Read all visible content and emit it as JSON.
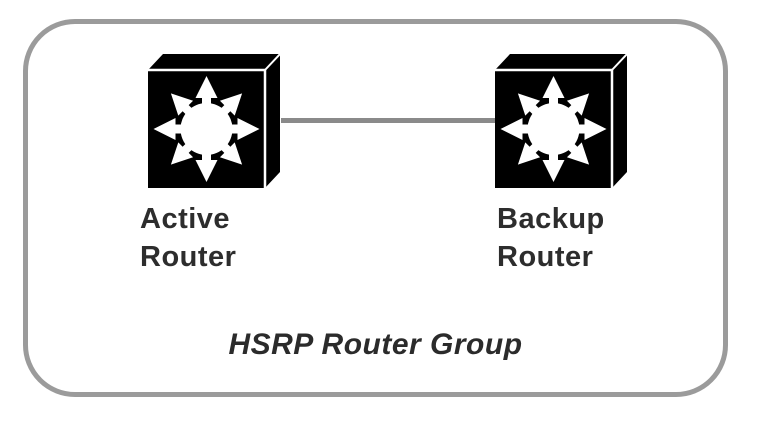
{
  "diagram": {
    "type": "network-topology",
    "caption": "HSRP Router Group",
    "nodes": [
      {
        "id": "active-router",
        "label": "Active\nRouter",
        "icon": "router-icon"
      },
      {
        "id": "backup-router",
        "label": "Backup\nRouter",
        "icon": "router-icon"
      }
    ],
    "link": {
      "from": "active-router",
      "to": "backup-router",
      "style": "solid"
    },
    "colors": {
      "background": "#ffffff",
      "frame_border": "#9b9b9b",
      "link_line": "#8a8a8a",
      "node_fill": "#000000",
      "node_glyph": "#ffffff",
      "label_text": "#2d2d2d"
    }
  }
}
